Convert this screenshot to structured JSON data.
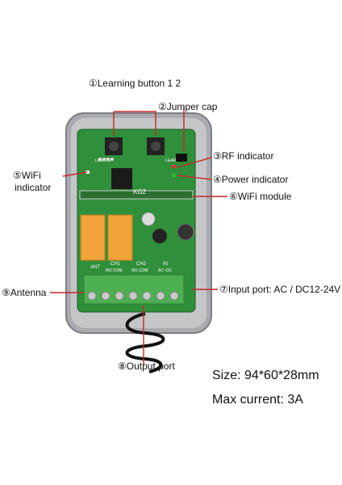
{
  "callouts": {
    "learning_buttons": "①Learning button 1 2",
    "jumper_cap": "②Jumper cap",
    "rf_indicator": "③RF indicator",
    "power_indicator": "④Power indicator",
    "wifi_indicator_line1": "⑤WiFi",
    "wifi_indicator_line2": "indicator",
    "wifi_module": "⑥WiFi module",
    "input_port": "⑦Input port: AC / DC12-24V",
    "output_port": "⑧Output port",
    "antenna": "⑨Antenna"
  },
  "board": {
    "learn1": "LEARN1",
    "learn2": "LEARN2",
    "model": "KG2",
    "terminal_labels": [
      "ANT",
      "CH1",
      "NO COM",
      "CH2",
      "NO COM",
      "IN",
      "AC~DC"
    ]
  },
  "specs": {
    "size": "Size: 94*60*28mm",
    "max_current": "Max current: 3A"
  },
  "colors": {
    "pcb": "#2f8f3a",
    "case": "#a9abae",
    "relay": "#f2a33a",
    "terminal": "#4caf50"
  }
}
